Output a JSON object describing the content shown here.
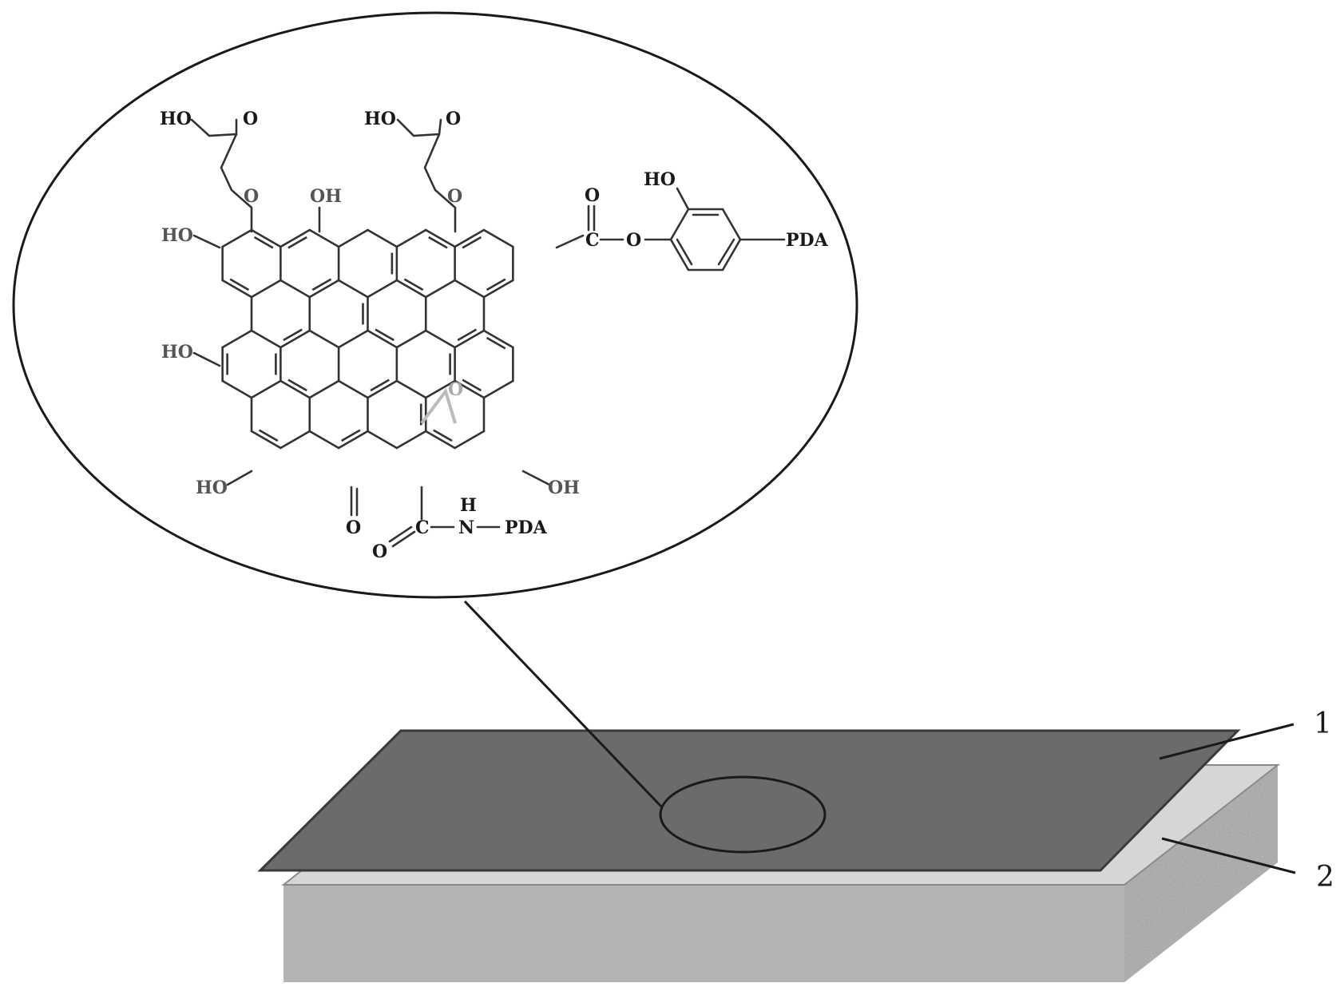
{
  "diagram": {
    "callouts": [
      {
        "id": "1",
        "text": "1",
        "target": "graphene oxide film layer"
      },
      {
        "id": "2",
        "text": "2",
        "target": "substrate layer"
      }
    ],
    "molecule_labels": {
      "cooh_left_ho": "HO",
      "cooh_left_o": "O",
      "cooh_right_ho": "HO",
      "cooh_right_o": "O",
      "ether_left_o": "O",
      "ether_right_o": "O",
      "top_oh": "OH",
      "left_ho_1": "HO",
      "left_ho_2": "HO",
      "left_ho_3": "HO",
      "right_oh": "OH",
      "epoxide_o": "O",
      "ketone_o": "O",
      "ester_o_top": "O",
      "ester_c": "C",
      "ester_o": "O",
      "phenol_ho": "HO",
      "pda_right": "PDA",
      "amide_h": "H",
      "amide_c": "C",
      "amide_o": "O",
      "amide_n": "N",
      "pda_bottom": "PDA"
    },
    "colors": {
      "film": "#6b6b6b",
      "substrate_top": "#d6d6d6",
      "substrate_texture": "#9a9a9a",
      "line": "#1a1a1a"
    }
  }
}
